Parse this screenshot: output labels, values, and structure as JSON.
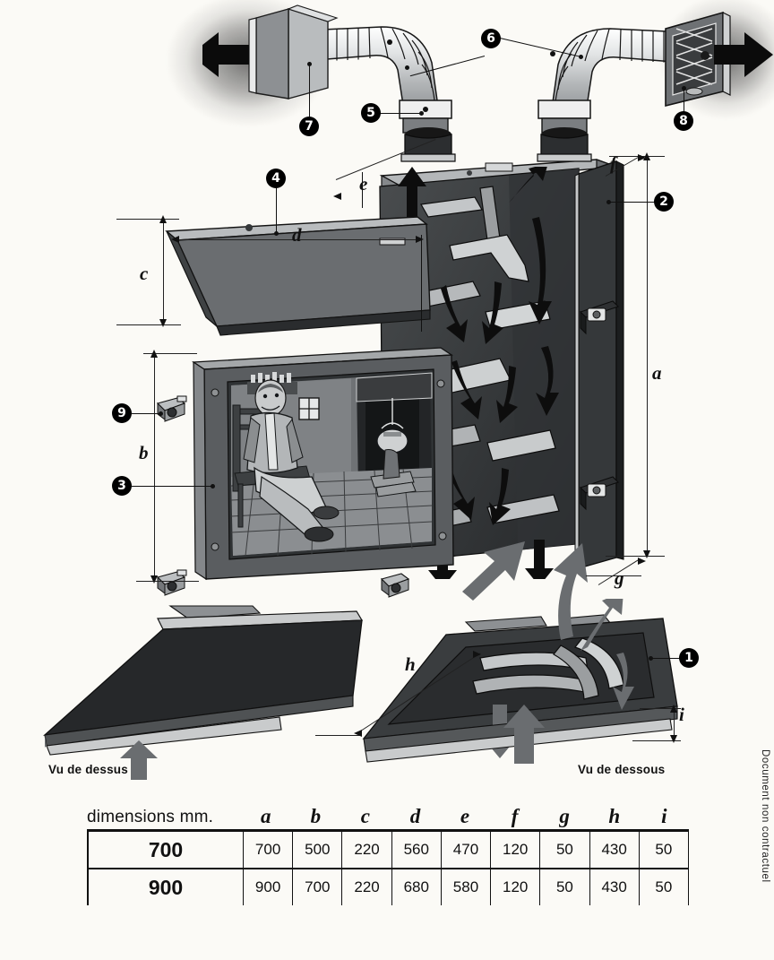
{
  "document": {
    "type": "technical-cutaway-diagram",
    "language": "fr",
    "side_note": "Document non contractuel"
  },
  "view_labels": {
    "top": "Vu de dessus",
    "bottom": "Vu de dessous"
  },
  "callouts": [
    {
      "id": "1",
      "number": "1"
    },
    {
      "id": "2",
      "number": "2"
    },
    {
      "id": "3",
      "number": "3"
    },
    {
      "id": "4",
      "number": "4"
    },
    {
      "id": "5",
      "number": "5"
    },
    {
      "id": "6",
      "number": "6"
    },
    {
      "id": "7",
      "number": "7"
    },
    {
      "id": "8",
      "number": "8"
    },
    {
      "id": "9",
      "number": "9"
    }
  ],
  "dimension_labels": {
    "a": "a",
    "b": "b",
    "c": "c",
    "d": "d",
    "e": "e",
    "f": "f",
    "g": "g",
    "h": "h",
    "i": "i"
  },
  "chart_data": {
    "type": "table",
    "title": "dimensions mm.",
    "columns": [
      "dimensions  mm.",
      "a",
      "b",
      "c",
      "d",
      "e",
      "f",
      "g",
      "h",
      "i"
    ],
    "rows": [
      {
        "model": "700",
        "values": [
          "700",
          "500",
          "220",
          "560",
          "470",
          "120",
          "50",
          "430",
          "50"
        ]
      },
      {
        "model": "900",
        "values": [
          "900",
          "700",
          "220",
          "680",
          "580",
          "120",
          "50",
          "430",
          "50"
        ]
      }
    ]
  },
  "colors": {
    "paper": "#fbfaf6",
    "ink": "#111111",
    "metal_dark": "#2a2c2d",
    "metal_mid": "#55585b",
    "metal_light": "#9a9da1"
  }
}
